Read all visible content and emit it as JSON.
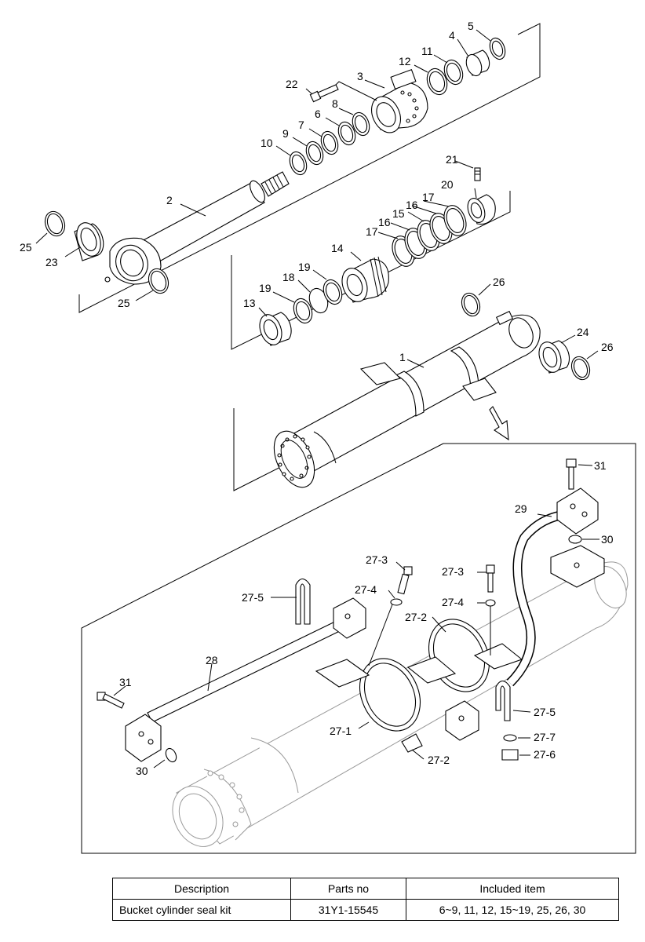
{
  "diagram": {
    "labels": [
      {
        "id": "p1",
        "text": "1"
      },
      {
        "id": "p2",
        "text": "2"
      },
      {
        "id": "p3",
        "text": "3"
      },
      {
        "id": "p4",
        "text": "4"
      },
      {
        "id": "p5",
        "text": "5"
      },
      {
        "id": "p6",
        "text": "6"
      },
      {
        "id": "p7",
        "text": "7"
      },
      {
        "id": "p8",
        "text": "8"
      },
      {
        "id": "p9",
        "text": "9"
      },
      {
        "id": "p10",
        "text": "10"
      },
      {
        "id": "p11",
        "text": "11"
      },
      {
        "id": "p12",
        "text": "12"
      },
      {
        "id": "p13",
        "text": "13"
      },
      {
        "id": "p14",
        "text": "14"
      },
      {
        "id": "p15",
        "text": "15"
      },
      {
        "id": "p16a",
        "text": "16"
      },
      {
        "id": "p16b",
        "text": "16"
      },
      {
        "id": "p17a",
        "text": "17"
      },
      {
        "id": "p17b",
        "text": "17"
      },
      {
        "id": "p18",
        "text": "18"
      },
      {
        "id": "p19a",
        "text": "19"
      },
      {
        "id": "p19b",
        "text": "19"
      },
      {
        "id": "p20",
        "text": "20"
      },
      {
        "id": "p21",
        "text": "21"
      },
      {
        "id": "p22",
        "text": "22"
      },
      {
        "id": "p23",
        "text": "23"
      },
      {
        "id": "p24",
        "text": "24"
      },
      {
        "id": "p25a",
        "text": "25"
      },
      {
        "id": "p25b",
        "text": "25"
      },
      {
        "id": "p26a",
        "text": "26"
      },
      {
        "id": "p26b",
        "text": "26"
      },
      {
        "id": "p27_1",
        "text": "27-1"
      },
      {
        "id": "p27_2a",
        "text": "27-2"
      },
      {
        "id": "p27_2b",
        "text": "27-2"
      },
      {
        "id": "p27_3a",
        "text": "27-3"
      },
      {
        "id": "p27_3b",
        "text": "27-3"
      },
      {
        "id": "p27_4a",
        "text": "27-4"
      },
      {
        "id": "p27_4b",
        "text": "27-4"
      },
      {
        "id": "p27_5a",
        "text": "27-5"
      },
      {
        "id": "p27_5b",
        "text": "27-5"
      },
      {
        "id": "p27_6",
        "text": "27-6"
      },
      {
        "id": "p27_7",
        "text": "27-7"
      },
      {
        "id": "p28",
        "text": "28"
      },
      {
        "id": "p29",
        "text": "29"
      },
      {
        "id": "p30a",
        "text": "30"
      },
      {
        "id": "p30b",
        "text": "30"
      },
      {
        "id": "p31a",
        "text": "31"
      },
      {
        "id": "p31b",
        "text": "31"
      }
    ]
  },
  "kit_table": {
    "headers": [
      "Description",
      "Parts no",
      "Included item"
    ],
    "rows": [
      [
        "Bucket cylinder seal kit",
        "31Y1-15545",
        "6~9, 11, 12, 15~19, 25, 26, 30"
      ]
    ]
  }
}
